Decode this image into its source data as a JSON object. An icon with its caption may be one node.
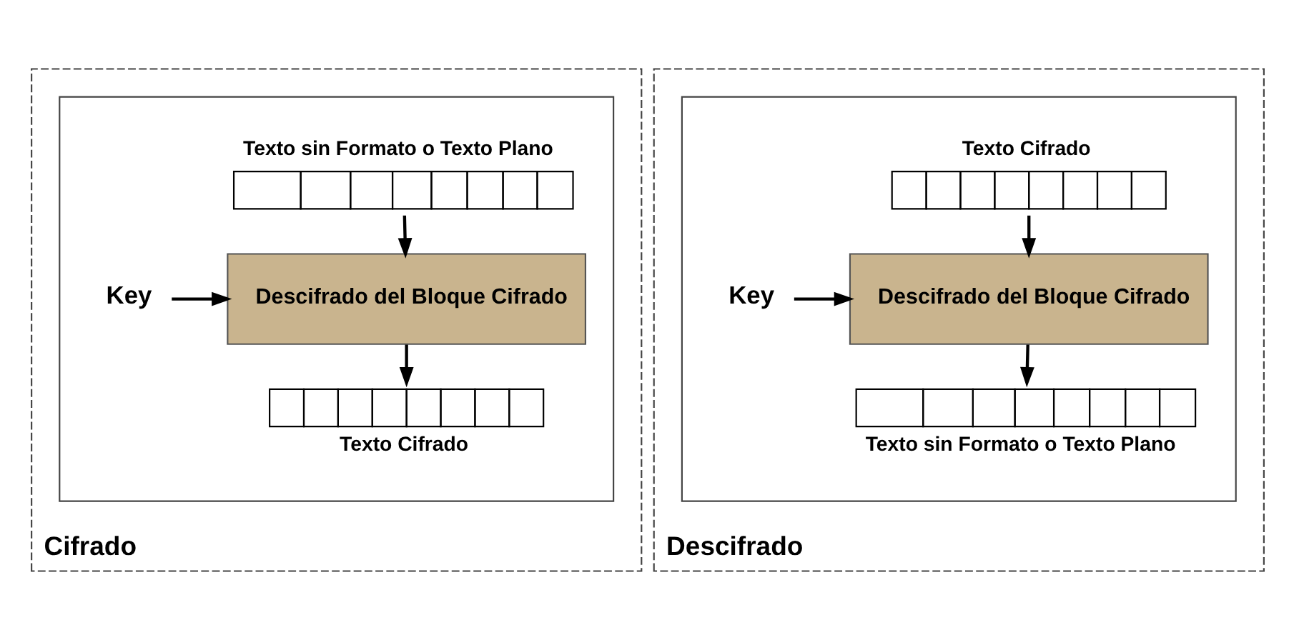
{
  "diagram": {
    "nodes": [
      {
        "text": [
          "Cifrado"
        ]
      },
      {
        "text": [],
        "shape": "box",
        "in": 0
      },
      {
        "text": [],
        "shape": "bar",
        "in": 1,
        "beside": [
          "Texto sin Formato o Texto Plano"
        ]
      },
      {
        "text": [
          "Descifrado del Bloque Cifrado"
        ],
        "in": 1
      },
      {
        "text": [],
        "shape": "bar",
        "in": 1,
        "beside": [
          "Texto Cifrado"
        ]
      },
      {
        "text": [
          "Key"
        ],
        "in": 1
      },
      {
        "text": [
          "Descifrado"
        ]
      },
      {
        "text": [],
        "shape": "box",
        "in": 6
      },
      {
        "text": [],
        "shape": "bar",
        "in": 7,
        "beside": [
          "Texto Cifrado"
        ]
      },
      {
        "text": [
          "Descifrado del Bloque Cifrado"
        ],
        "in": 7
      },
      {
        "text": [],
        "shape": "bar",
        "in": 7,
        "beside": [
          "Texto sin Formato o Texto Plano"
        ]
      },
      {
        "text": [
          "Key"
        ],
        "in": 7
      }
    ],
    "edges": [
      {
        "from": 2,
        "to": 3,
        "arrow": "to"
      },
      {
        "from": 3,
        "to": 4,
        "arrow": "to"
      },
      {
        "from": 5,
        "to": 3,
        "arrow": "to"
      },
      {
        "from": 8,
        "to": 9,
        "arrow": "to"
      },
      {
        "from": 9,
        "to": 10,
        "arrow": "to"
      },
      {
        "from": 11,
        "to": 9,
        "arrow": "to"
      }
    ]
  }
}
